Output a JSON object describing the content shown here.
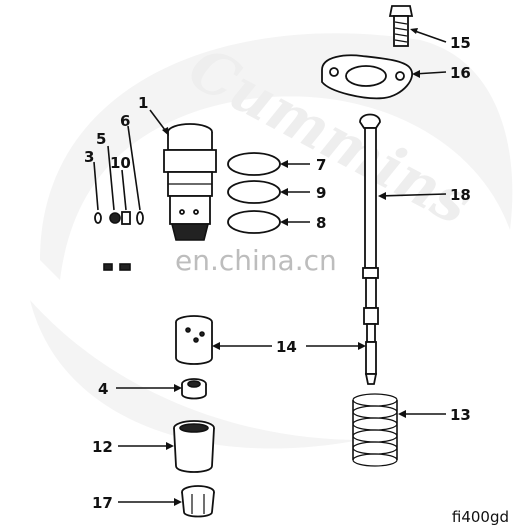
{
  "watermark": {
    "brand": "Cummins",
    "site": "en.china.cn",
    "brand_color": "#f2f2f2",
    "site_color": "#bdbdbd"
  },
  "figure_code": "fi400gd",
  "labels": [
    {
      "id": "1",
      "text": "1"
    },
    {
      "id": "3",
      "text": "3"
    },
    {
      "id": "4",
      "text": "4"
    },
    {
      "id": "5",
      "text": "5"
    },
    {
      "id": "6",
      "text": "6"
    },
    {
      "id": "7",
      "text": "7"
    },
    {
      "id": "8",
      "text": "8"
    },
    {
      "id": "9",
      "text": "9"
    },
    {
      "id": "10",
      "text": "10"
    },
    {
      "id": "12",
      "text": "12"
    },
    {
      "id": "13",
      "text": "13"
    },
    {
      "id": "14",
      "text": "14"
    },
    {
      "id": "15",
      "text": "15"
    },
    {
      "id": "16",
      "text": "16"
    },
    {
      "id": "17",
      "text": "17"
    },
    {
      "id": "18",
      "text": "18"
    }
  ]
}
